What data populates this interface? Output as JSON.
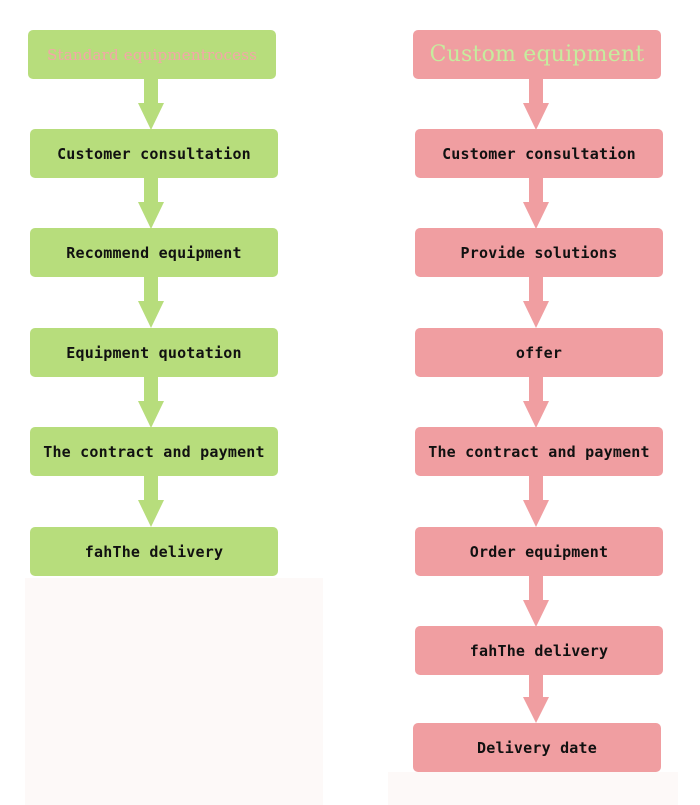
{
  "colors": {
    "standard_box": "#b7dd7c",
    "custom_box": "#f09ea1",
    "standard_title_text": "#f4a6a8",
    "custom_title_text": "#c6ec9e"
  },
  "standard": {
    "title": "Standard equipmentrocess",
    "steps": [
      "Customer consultation",
      "Recommend equipment",
      "Equipment quotation",
      "The contract and payment",
      "fahThe delivery"
    ]
  },
  "custom": {
    "title": "Custom equipment",
    "steps": [
      "Customer consultation",
      "Provide solutions",
      "offer",
      "The contract and payment",
      "Order equipment",
      "fahThe delivery",
      "Delivery date"
    ]
  }
}
